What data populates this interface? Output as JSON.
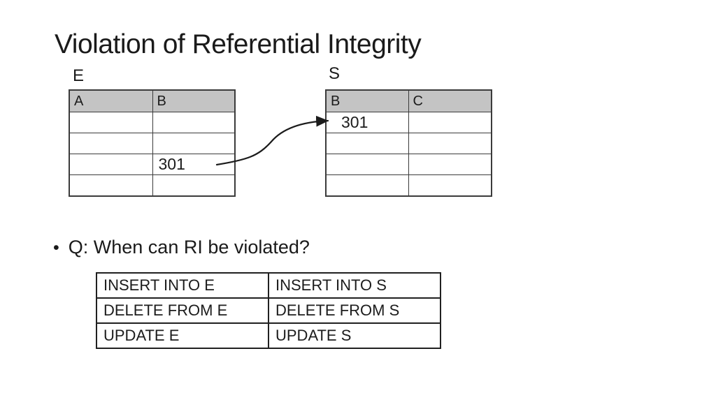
{
  "slide": {
    "title": "Violation of Referential Integrity",
    "bullet_glyph": "•",
    "bullet_text": "Q: When can RI be violated?"
  },
  "tables": {
    "e": {
      "label": "E",
      "headers": [
        "A",
        "B"
      ],
      "rows": [
        [
          "",
          ""
        ],
        [
          "",
          ""
        ],
        [
          "",
          "301"
        ],
        [
          "",
          ""
        ]
      ]
    },
    "s": {
      "label": "S",
      "headers": [
        "B",
        "C"
      ],
      "rows": [
        [
          "301",
          ""
        ],
        [
          "",
          ""
        ],
        [
          "",
          ""
        ],
        [
          "",
          ""
        ]
      ]
    },
    "operations": {
      "rows": [
        [
          "INSERT INTO E",
          "INSERT INTO S"
        ],
        [
          "DELETE FROM E",
          "DELETE FROM S"
        ],
        [
          "UPDATE E",
          "UPDATE S"
        ]
      ]
    }
  },
  "arrow": {
    "description": "curved arrow from value 301 in table E column B to value 301 in table S column B"
  },
  "colors": {
    "background": "#ffffff",
    "text": "#1a1a1a",
    "table_header_fill": "#c4c4c4",
    "table_border": "#3b3b3b",
    "ops_table_border": "#202020"
  }
}
